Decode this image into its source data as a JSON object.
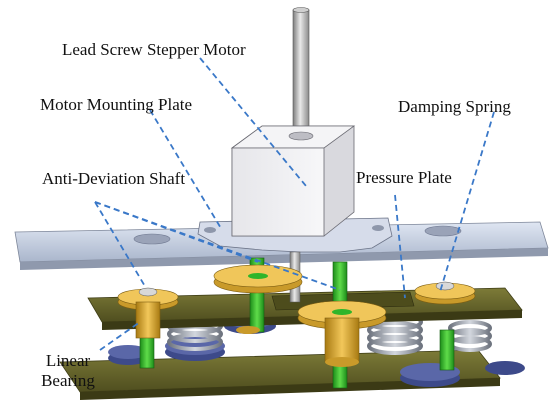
{
  "labels": {
    "lead_screw_stepper_motor": "Lead Screw Stepper Motor",
    "motor_mounting_plate": "Motor Mounting Plate",
    "damping_spring": "Damping Spring",
    "anti_deviation_shaft": "Anti-Deviation Shaft",
    "pressure_plate": "Pressure Plate",
    "linear_bearing_line1": "Linear",
    "linear_bearing_line2": "Bearing"
  },
  "colors": {
    "leader_line": "#3a78c8",
    "top_plate": "#c9d3e6",
    "motor_body": "#f1f1f4",
    "shaft_green": "#2fb52a",
    "bearing_gold": "#d8a62a",
    "board_olive": "#6b6a2e",
    "spring_gray": "#9aa0ab",
    "washer_navy": "#3d4a8a"
  }
}
